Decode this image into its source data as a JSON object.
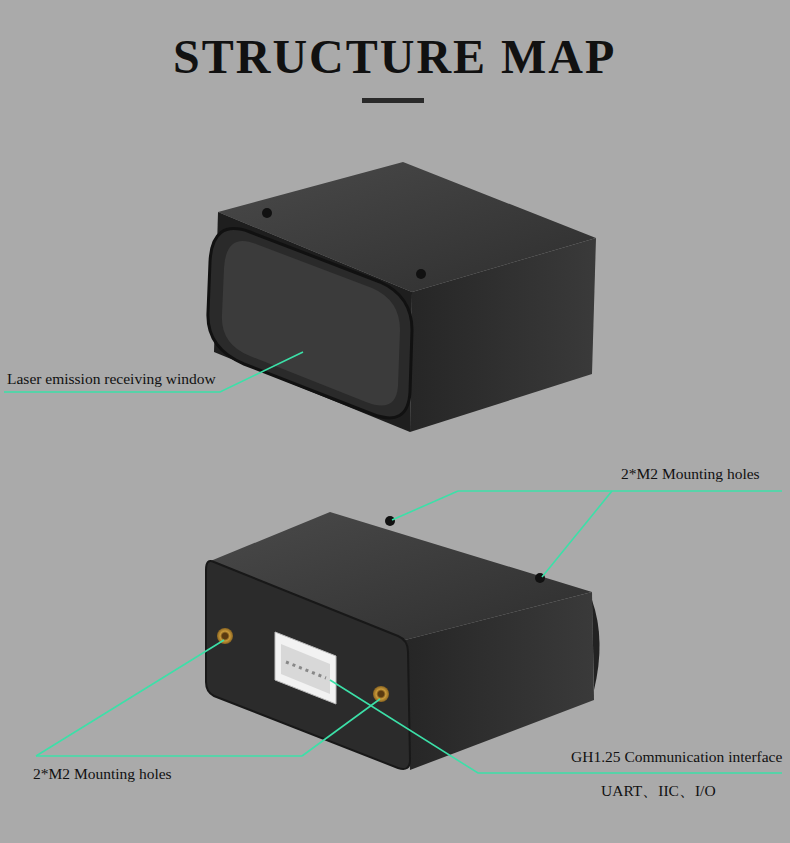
{
  "diagram": {
    "title": "STRUCTURE MAP",
    "labels": [
      "Laser emission receiving window",
      "2*M2 Mounting holes",
      "2*M2 Mounting holes",
      "GH1.25 Communication interface",
      "UART、IIC、I/O"
    ]
  }
}
